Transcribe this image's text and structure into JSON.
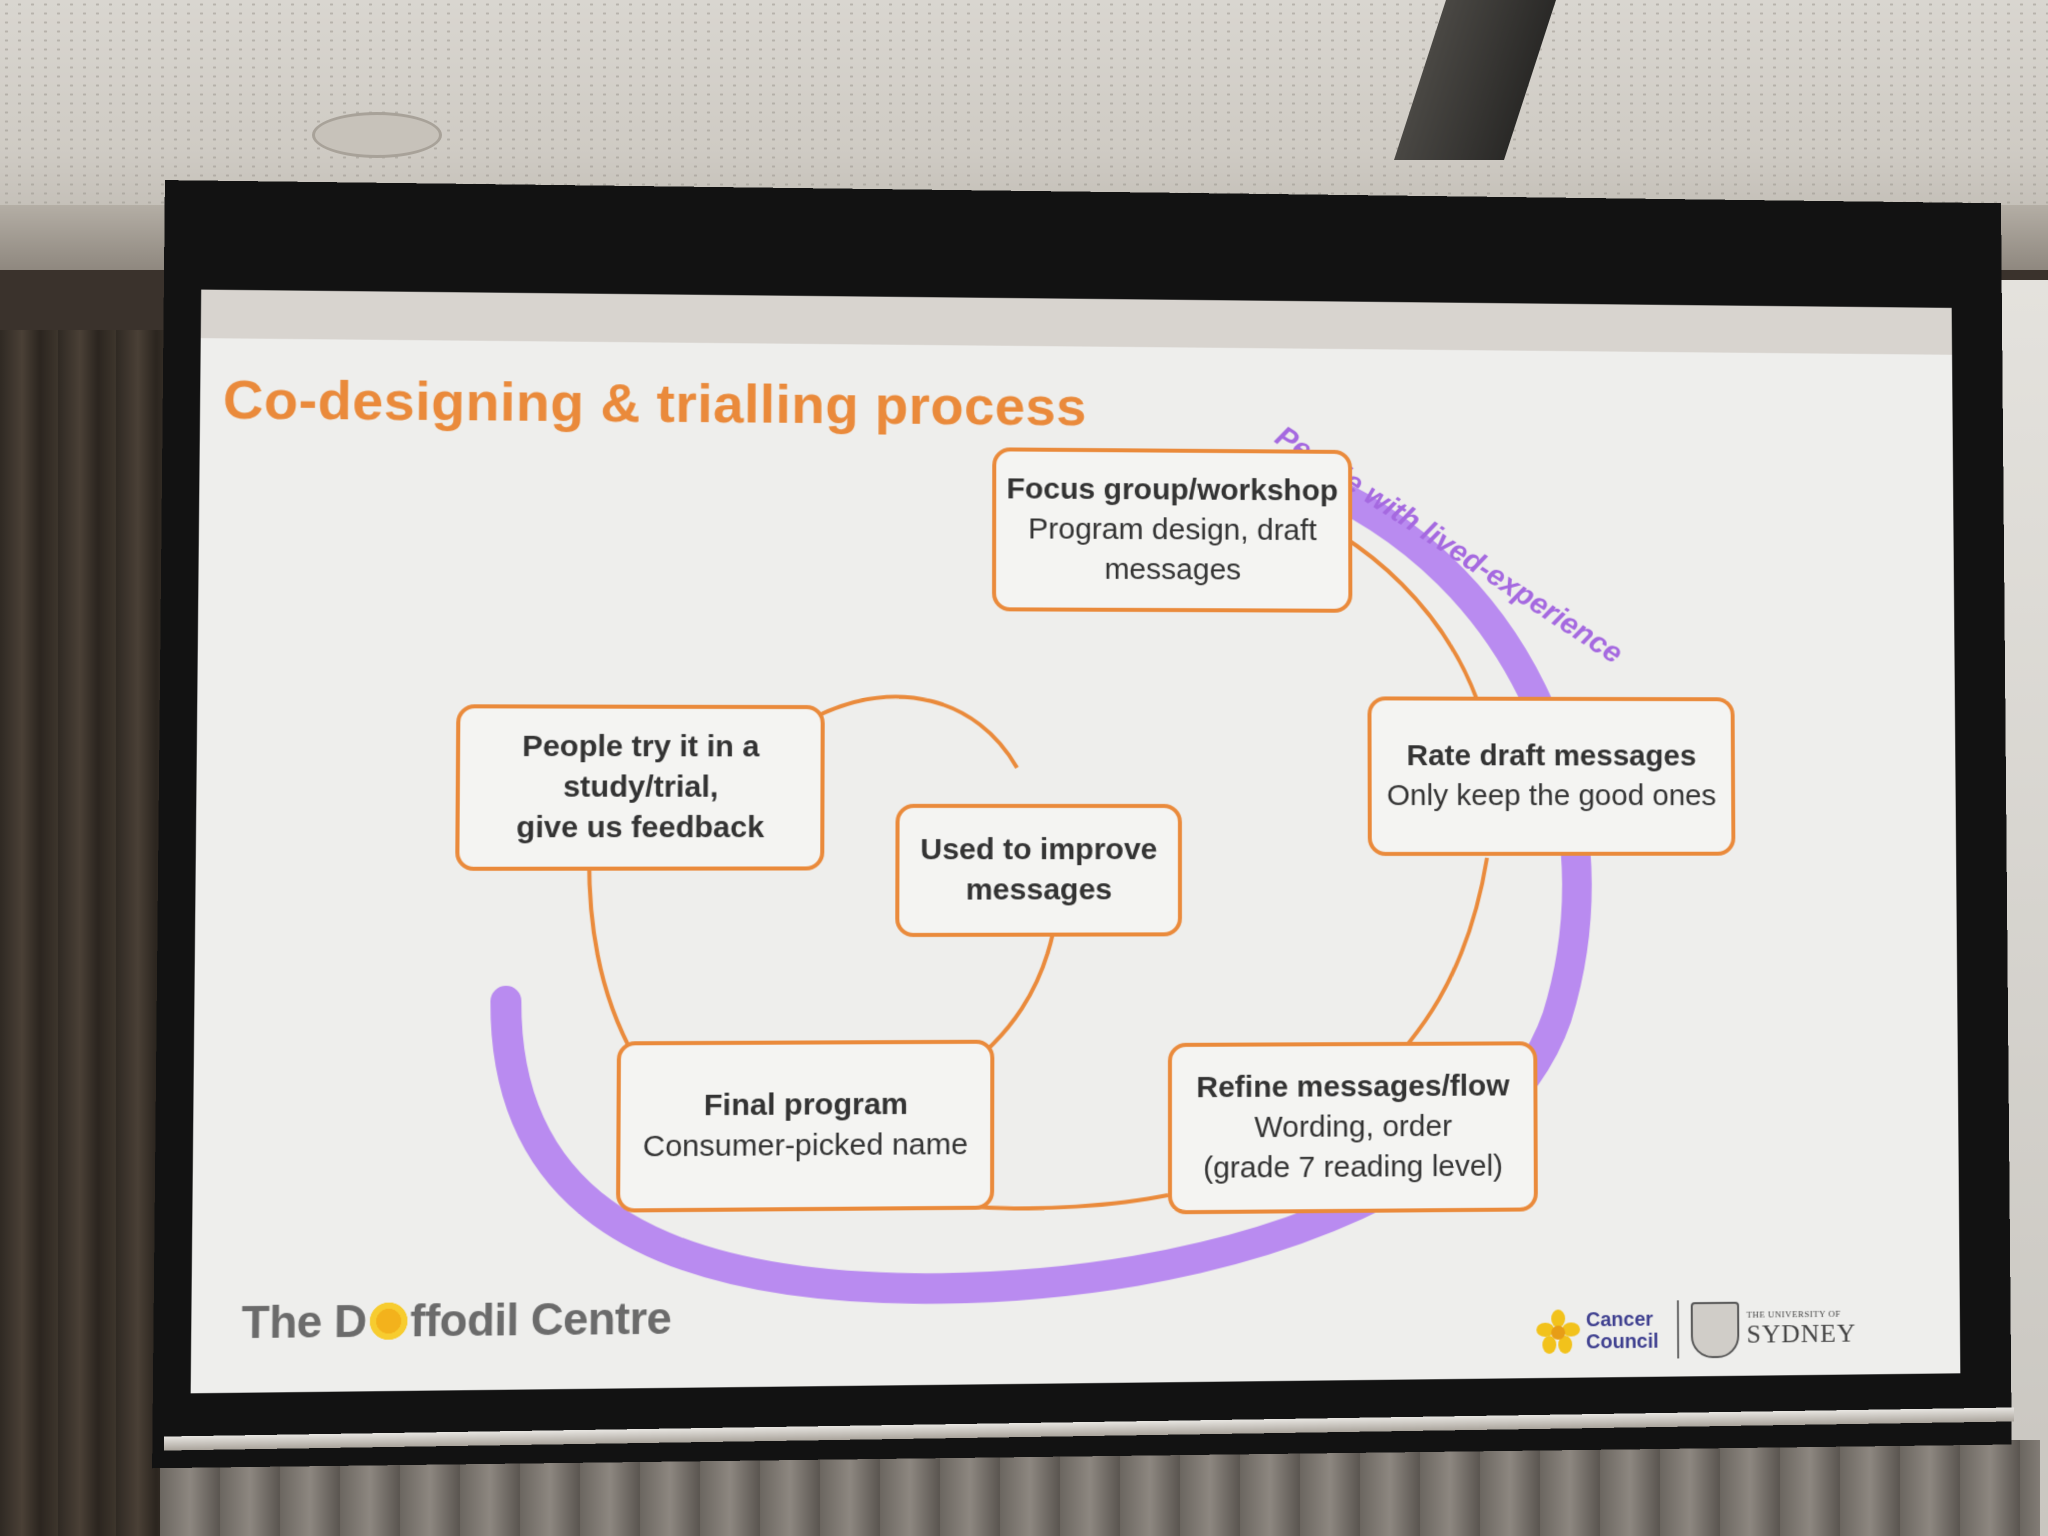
{
  "slide": {
    "title": "Co-designing & trialling process",
    "ring_label": "People with lived-experience",
    "boxes": {
      "focus": {
        "heading": "Focus group/workshop",
        "line1": "Program design, draft",
        "line2": "messages"
      },
      "rate": {
        "heading": "Rate draft messages",
        "line1": "Only keep the good ones"
      },
      "refine": {
        "heading": "Refine messages/flow",
        "line1": "Wording, order",
        "line2": "(grade 7 reading level)"
      },
      "final": {
        "heading": "Final program",
        "line1": "Consumer-picked name"
      },
      "trial": {
        "line1": "People try it in a",
        "line2": "study/trial,",
        "line3": "give us feedback"
      },
      "improve": {
        "line1": "Used to improve",
        "line2": "messages"
      }
    },
    "footer": {
      "brand_prefix": "The D",
      "brand_suffix": "ffodil Centre",
      "cancer_council_line1": "Cancer",
      "cancer_council_line2": "Council",
      "usyd_small": "THE UNIVERSITY OF",
      "usyd_big": "SYDNEY"
    }
  },
  "colors": {
    "orange": "#ea8a3b",
    "purple": "#b98bf0",
    "text": "#333333"
  }
}
